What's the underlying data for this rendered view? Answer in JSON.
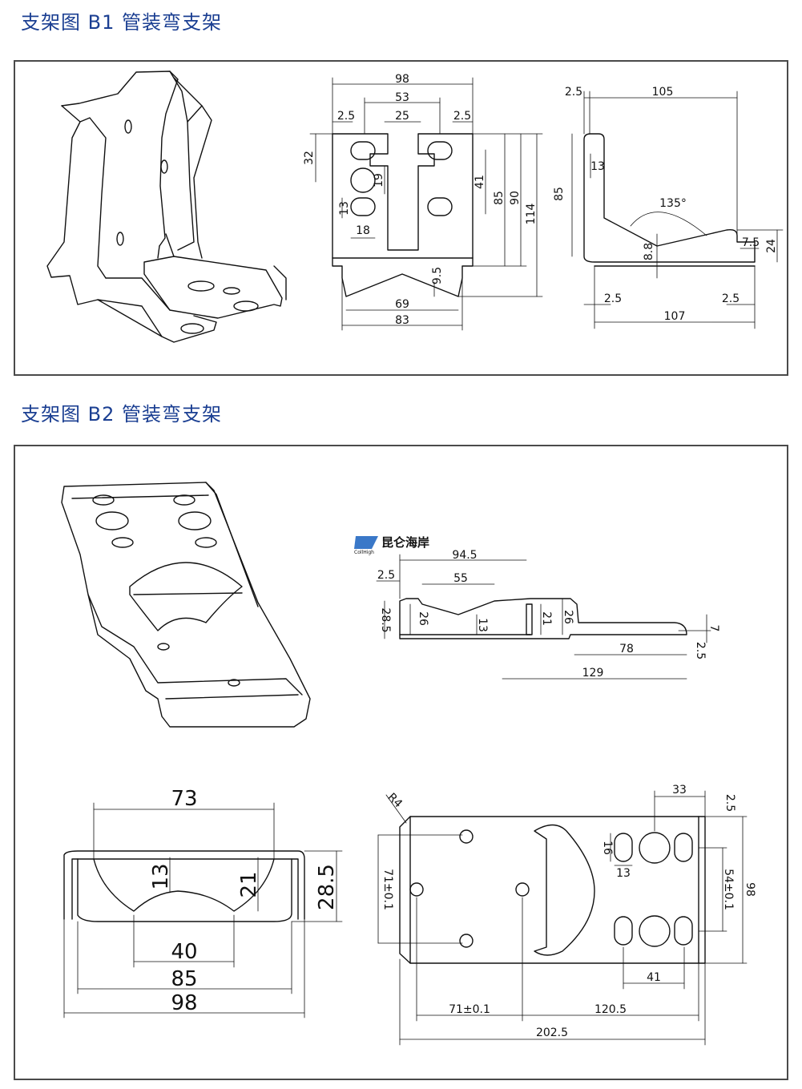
{
  "section1": {
    "title": "支架图  B1  管装弯支架",
    "front_view": {
      "dims": {
        "total_width": "98",
        "inner_width": "53",
        "margin_left": "2.5",
        "margin_right": "2.5",
        "slot_spacing": "25",
        "top_height": "32",
        "hole_pitch": "19",
        "hole_small": "13",
        "hole_width": "18",
        "hole_offset": "41",
        "height_85": "85",
        "height_90": "90",
        "height_114": "114",
        "notch_depth": "9.5",
        "bottom_inner": "69",
        "bottom_width": "83"
      }
    },
    "side_view": {
      "dims": {
        "top_margin": "2.5",
        "top_length": "105",
        "height": "85",
        "offset": "13",
        "angle": "135°",
        "foot_height": "7.5",
        "foot_total": "24",
        "base_offset": "8.8",
        "margin_left": "2.5",
        "margin_right": "2.5",
        "base_length": "107"
      }
    }
  },
  "section2": {
    "title": "支架图  B2  管装弯支架",
    "logo": {
      "text": "昆仑海岸",
      "sub": "CollHigh"
    },
    "side_view": {
      "dims": {
        "top_length": "94.5",
        "margin": "2.5",
        "mid_length": "55",
        "height_left": "28.5",
        "height_26a": "26",
        "depth_13": "13",
        "height_21": "21",
        "height_26b": "26",
        "tab_7": "7",
        "tab_2_5": "2.5",
        "tab_length": "78",
        "total_length": "129"
      }
    },
    "end_view": {
      "dims": {
        "top_width": "73",
        "depth_13": "13",
        "depth_21": "21",
        "height": "28.5",
        "notch_width": "40",
        "inner_width": "85",
        "total_width": "98"
      }
    },
    "top_view": {
      "dims": {
        "radius": "R4",
        "hole_gap": "33",
        "margin": "2.5",
        "slot_h": "16",
        "slot_w": "13",
        "pitch_v_right": "54±0.1",
        "width": "98",
        "pitch_v_left": "71±0.1",
        "hole_span": "41",
        "left_pitch": "71±0.1",
        "right_pitch": "120.5",
        "total_length": "202.5"
      }
    }
  }
}
